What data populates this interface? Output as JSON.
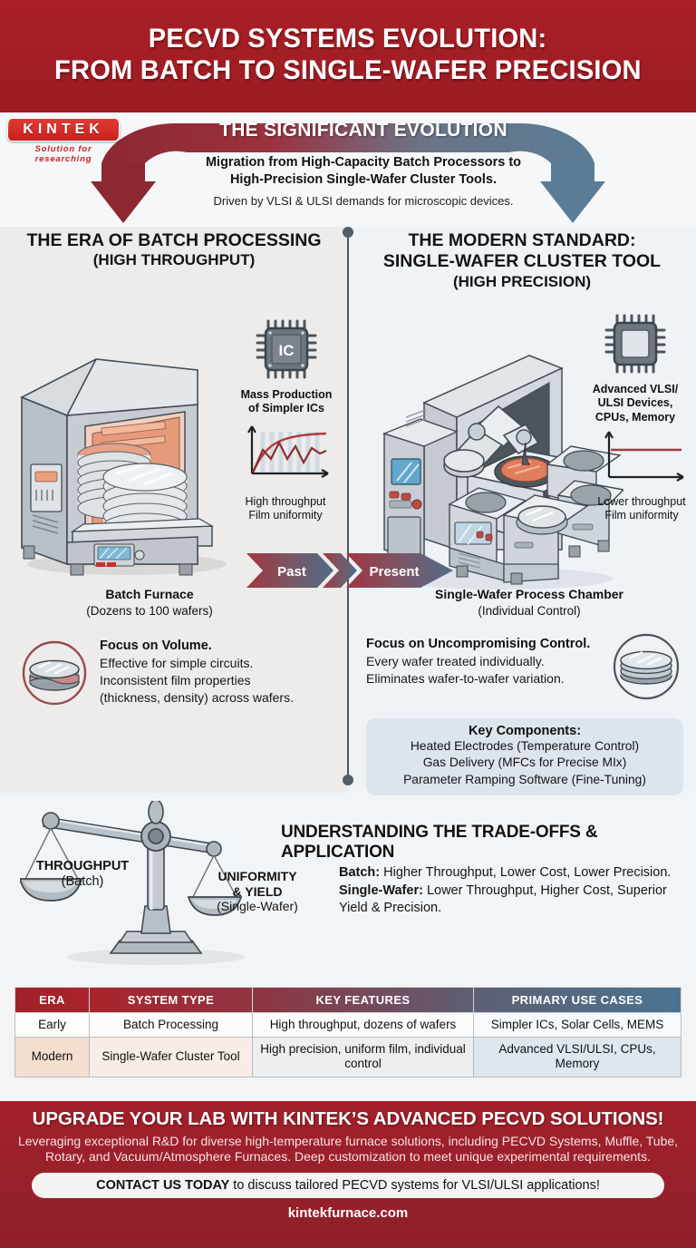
{
  "header": {
    "title_line1": "PECVD SYSTEMS EVOLUTION:",
    "title_line2": "FROM BATCH TO SINGLE-WAFER PRECISION",
    "accent_red": "#a81f27",
    "accent_steel": "#4a6a85"
  },
  "brand": {
    "logo_text": "KINTEK",
    "logo_tagline": "Solution for researching"
  },
  "evolution": {
    "heading": "THE SIGNIFICANT EVOLUTION",
    "line1": "Migration from High-Capacity Batch Processors to",
    "line2": "High-Precision Single-Wafer Cluster Tools.",
    "line3": "Driven by VLSI & ULSI demands for microscopic devices."
  },
  "left_column": {
    "heading": "THE ERA OF BATCH PROCESSING",
    "subheading": "(HIGH THROUGHPUT)",
    "machine_caption_title": "Batch Furnace",
    "machine_caption_sub": "(Dozens to 100 wafers)",
    "chip_icon_label": "IC",
    "chip_label_line1": "Mass Production",
    "chip_label_line2": "of Simpler ICs",
    "graph_label_line1": "High throughput",
    "graph_label_line2": "Film uniformity",
    "focus_title": "Focus on Volume.",
    "focus_line1": "Effective for simple circuits.",
    "focus_line2": "Inconsistent film properties",
    "focus_line3": "(thickness, density) across wafers."
  },
  "right_column": {
    "heading_line1": "THE MODERN STANDARD:",
    "heading_line2": "SINGLE-WAFER CLUSTER TOOL",
    "subheading": "(HIGH PRECISION)",
    "machine_caption_title": "Single-Wafer Process Chamber",
    "machine_caption_sub": "(Individual Control)",
    "chip_label_line1": "Advanced VLSI/",
    "chip_label_line2": "ULSI Devices,",
    "chip_label_line3": "CPUs, Memory",
    "graph_label_line1": "Lower throughput",
    "graph_label_line2": "Film uniformity",
    "focus_title": "Focus on Uncompromising Control.",
    "focus_line1": "Every wafer treated individually.",
    "focus_line2": "Eliminates wafer-to-wafer variation.",
    "key_components_title": "Key Components:",
    "key_components": [
      "Heated Electrodes (Temperature Control)",
      "Gas Delivery (MFCs for Precise MIx)",
      "Parameter Ramping Software (Fine-Tuning)"
    ]
  },
  "timeline": {
    "past_label": "Past",
    "present_label": "Present"
  },
  "tradeoffs": {
    "title": "UNDERSTANDING THE TRADE-OFFS & APPLICATION",
    "scale_left_title": "THROUGHPUT",
    "scale_left_sub": "(Batch)",
    "scale_right_title_line1": "UNIFORMITY",
    "scale_right_title_line2": "& YIELD",
    "scale_right_sub": "(Single-Wafer)",
    "batch_label": "Batch:",
    "batch_text": " Higher Throughput, Lower Cost, Lower Precision.",
    "single_label": "Single-Wafer:",
    "single_text": " Lower Throughput, Higher Cost, Superior Yield & Precision."
  },
  "table": {
    "headers": [
      "ERA",
      "SYSTEM TYPE",
      "KEY FEATURES",
      "PRIMARY USE CASES"
    ],
    "rows": [
      {
        "era": "Early",
        "system_type": "Batch Processing",
        "key_features": "High throughput, dozens of wafers",
        "primary_use_cases": "Simpler ICs, Solar Cells, MEMS"
      },
      {
        "era": "Modern",
        "system_type": "Single-Wafer Cluster Tool",
        "key_features": "High precision, uniform film, individual control",
        "primary_use_cases": "Advanced VLSI/ULSI, CPUs, Memory"
      }
    ]
  },
  "footer": {
    "headline": "UPGRADE YOUR LAB WITH KINTEK’S ADVANCED PECVD SOLUTIONS!",
    "paragraph": "Leveraging exceptional R&D for diverse high-temperature furnace solutions, including PECVD Systems, Muffle, Tube, Rotary, and Vacuum/Atmosphere Furnaces. Deep customization to meet unique experimental requirements.",
    "cta_bold": "CONTACT US TODAY",
    "cta_rest": " to discuss tailored PECVD systems for VLSI/ULSI applications!",
    "url": "kintekfurnace.com"
  }
}
